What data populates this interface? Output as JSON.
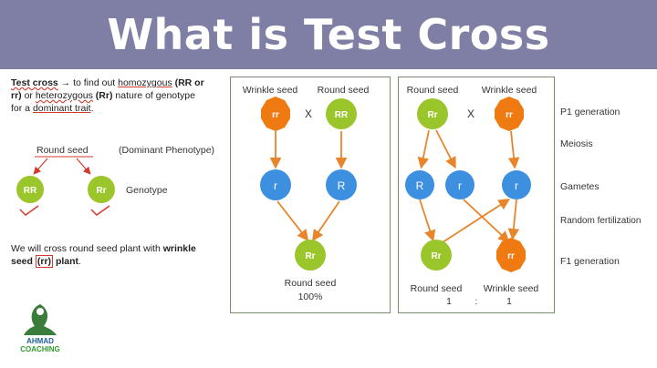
{
  "title": "What is Test Cross",
  "definition": {
    "line1_a": "Test cross",
    "line1_b": " → to find out ",
    "line1_c": "homozygous",
    "line1_d": " (RR or",
    "line2_a": "rr)",
    "line2_b": " or ",
    "line2_c": "heterozygous",
    "line2_d": " (Rr)",
    "line2_e": " nature of genotype",
    "line3_a": "for a ",
    "line3_b": "dominant trait",
    "line3_c": "."
  },
  "left_diagram": {
    "parent_label": "Round seed",
    "phenotype_note": "(Dominant Phenotype)",
    "circle1": "RR",
    "circle2": "Rr",
    "genotype_label": "Genotype"
  },
  "cross_note": {
    "part1": "We will cross round seed plant with ",
    "part2": "wrinkle",
    "part3": "seed",
    "part4": "(rr)",
    "part5": " plant",
    "part6": "."
  },
  "panel1": {
    "parent_left_label": "Wrinkle seed",
    "parent_right_label": "Round seed",
    "parent_left": "rr",
    "parent_right": "RR",
    "cross": "X",
    "gamete_left": "r",
    "gamete_right": "R",
    "offspring": "Rr",
    "result_label": "Round seed",
    "result_percent": "100%"
  },
  "panel2": {
    "parent_left_label": "Round seed",
    "parent_right_label": "Wrinkle seed",
    "parent_left": "Rr",
    "parent_right": "rr",
    "cross": "X",
    "gamete_1": "R",
    "gamete_2": "r",
    "gamete_3": "r",
    "offspring_left": "Rr",
    "offspring_right": "rr",
    "offspring_left_label": "Round seed",
    "offspring_right_label": "Wrinkle seed",
    "ratio_left": "1",
    "ratio_sep": ":",
    "ratio_right": "1"
  },
  "stages": {
    "p1": "P1 generation",
    "meiosis": "Meiosis",
    "gametes": "Gametes",
    "fertilization": "Random fertilization",
    "f1": "F1 generation"
  },
  "logo": {
    "line1": "AHMAD",
    "line2": "COACHING"
  },
  "colors": {
    "header": "#7f7fa5",
    "orange": "#f07a12",
    "green": "#9bc62b",
    "blue": "#3d8fe0",
    "arrow": "#e8852a",
    "annotation_red": "#d23a2e"
  }
}
